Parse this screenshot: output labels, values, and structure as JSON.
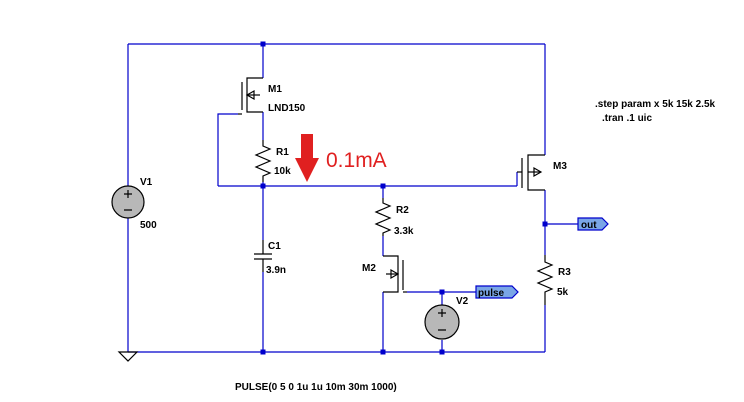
{
  "colors": {
    "wire": "#0000cc",
    "component": "#000000",
    "annotation": "#e02020",
    "port_fill": "#7aa6e6",
    "source_fill": "#b8b8b8"
  },
  "directives": {
    "step": ".step param x 5k 15k 2.5k",
    "tran": ".tran .1 uic"
  },
  "components": {
    "m1": {
      "name": "M1",
      "model": "LND150"
    },
    "r1": {
      "name": "R1",
      "value": "10k"
    },
    "r2": {
      "name": "R2",
      "value": "3.3k"
    },
    "r3": {
      "name": "R3",
      "value": "5k"
    },
    "c1": {
      "name": "C1",
      "value": "3.9n"
    },
    "m2": {
      "name": "M2"
    },
    "m3": {
      "name": "M3"
    },
    "v1": {
      "name": "V1",
      "value": "500"
    },
    "v2": {
      "name": "V2",
      "value": "PULSE(0 5 0 1u 1u 10m 30m 1000)"
    }
  },
  "ports": {
    "out": "out",
    "pulse": "pulse"
  },
  "annotation": {
    "current": "0.1mA",
    "icon": "down-arrow-icon"
  }
}
